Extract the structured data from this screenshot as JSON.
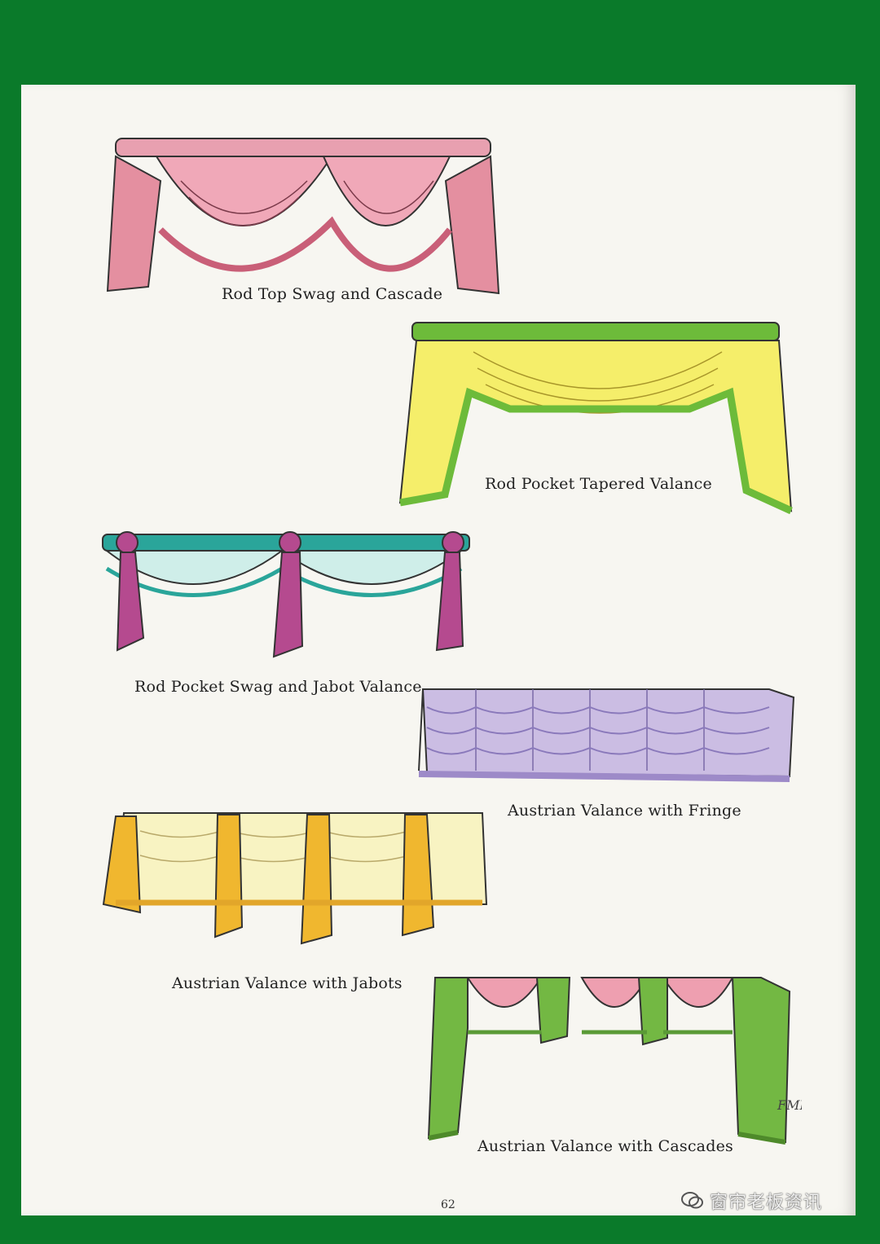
{
  "page": {
    "number": "62",
    "watermark_text": "窗帘老板资讯",
    "colors": {
      "border": "#0a7a2a",
      "paper": "#f7f6f1"
    }
  },
  "illustrations": [
    {
      "id": "rod-top-swag",
      "caption": "Rod Top Swag and Cascade",
      "fabric_color": "#e48fa0",
      "trim_color": "#e48fa0"
    },
    {
      "id": "rod-pocket-tapered",
      "caption": "Rod Pocket Tapered Valance",
      "fabric_color": "#f5ee6a",
      "trim_color": "#6dbb3a"
    },
    {
      "id": "rod-pocket-swag-jabot",
      "caption": "Rod Pocket Swag and Jabot Valance",
      "fabric_color": "#cfeee9",
      "trim_color": "#2aa59a",
      "accent_color": "#b54a8f"
    },
    {
      "id": "austrian-fringe",
      "caption": "Austrian Valance with Fringe",
      "fabric_color": "#b9a8d8",
      "trim_color": "#9d8ac8"
    },
    {
      "id": "austrian-jabots",
      "caption": "Austrian Valance with Jabots",
      "fabric_color": "#f8f3c2",
      "trim_color": "#f0b72f"
    },
    {
      "id": "austrian-cascades",
      "caption": "Austrian Valance with Cascades",
      "fabric_color": "#ee9fb0",
      "trim_color": "#73b843"
    }
  ]
}
